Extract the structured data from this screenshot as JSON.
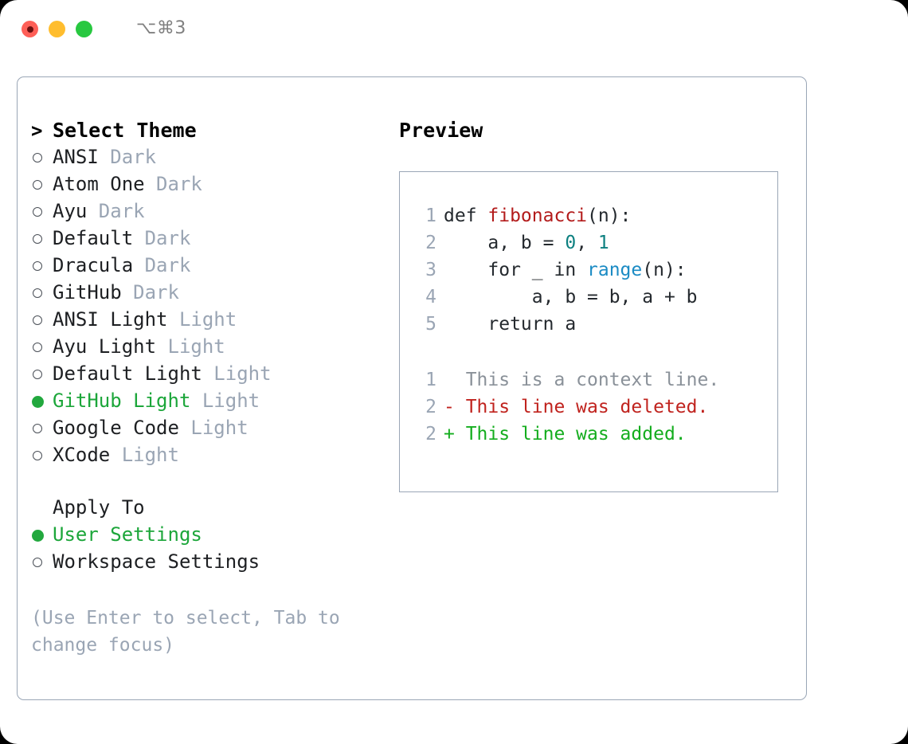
{
  "window": {
    "shortcut": "⌥⌘3",
    "traffic_lights": [
      {
        "name": "close",
        "color": "#fe5f57"
      },
      {
        "name": "minimize",
        "color": "#ffbd2e"
      },
      {
        "name": "maximize",
        "color": "#28c840"
      }
    ]
  },
  "theme_picker": {
    "caret": ">",
    "header": "Select Theme",
    "items": [
      {
        "marker": "hollow",
        "label": "ANSI",
        "suffix": "Dark",
        "selected": false
      },
      {
        "marker": "hollow",
        "label": "Atom One",
        "suffix": "Dark",
        "selected": false
      },
      {
        "marker": "hollow",
        "label": "Ayu",
        "suffix": "Dark",
        "selected": false
      },
      {
        "marker": "hollow",
        "label": "Default",
        "suffix": "Dark",
        "selected": false
      },
      {
        "marker": "hollow",
        "label": "Dracula",
        "suffix": "Dark",
        "selected": false
      },
      {
        "marker": "hollow",
        "label": "GitHub",
        "suffix": "Dark",
        "selected": false
      },
      {
        "marker": "hollow",
        "label": "ANSI Light",
        "suffix": "Light",
        "selected": false
      },
      {
        "marker": "hollow",
        "label": "Ayu Light",
        "suffix": "Light",
        "selected": false
      },
      {
        "marker": "hollow",
        "label": "Default Light",
        "suffix": "Light",
        "selected": false
      },
      {
        "marker": "filled",
        "label": "GitHub Light",
        "suffix": "Light",
        "selected": true
      },
      {
        "marker": "hollow",
        "label": "Google Code",
        "suffix": "Light",
        "selected": false
      },
      {
        "marker": "hollow",
        "label": "XCode",
        "suffix": "Light",
        "selected": false
      }
    ]
  },
  "apply_to": {
    "title": "Apply To",
    "options": [
      {
        "marker": "filled",
        "label": "User Settings",
        "selected": true
      },
      {
        "marker": "hollow",
        "label": "Workspace Settings",
        "selected": false
      }
    ]
  },
  "hint": "(Use Enter to select, Tab to change focus)",
  "preview": {
    "title": "Preview",
    "code_lines": [
      {
        "no": "1",
        "tokens": [
          {
            "t": "def ",
            "c": "plain"
          },
          {
            "t": "fibonacci",
            "c": "fn"
          },
          {
            "t": "(n):",
            "c": "plain"
          }
        ]
      },
      {
        "no": "2",
        "tokens": [
          {
            "t": "    a, b = ",
            "c": "plain"
          },
          {
            "t": "0",
            "c": "num"
          },
          {
            "t": ", ",
            "c": "plain"
          },
          {
            "t": "1",
            "c": "num"
          }
        ]
      },
      {
        "no": "3",
        "tokens": [
          {
            "t": "    for _ in ",
            "c": "plain"
          },
          {
            "t": "range",
            "c": "call"
          },
          {
            "t": "(n):",
            "c": "plain"
          }
        ]
      },
      {
        "no": "4",
        "tokens": [
          {
            "t": "        a, b = b, a + b",
            "c": "plain"
          }
        ]
      },
      {
        "no": "5",
        "tokens": [
          {
            "t": "    return a",
            "c": "plain"
          }
        ]
      }
    ],
    "diff_lines": [
      {
        "no": "1",
        "text": "  This is a context line.",
        "kind": "ctx"
      },
      {
        "no": "2",
        "text": "- This line was deleted.",
        "kind": "del"
      },
      {
        "no": "2",
        "text": "+ This line was added.",
        "kind": "add"
      }
    ]
  },
  "colors": {
    "selected_green": "#1ca63a",
    "muted": "#9aa5b4",
    "border": "#9aa6b6",
    "diff_add": "#14ad1e",
    "diff_del": "#c0231e",
    "syntax_function": "#b31b1b",
    "syntax_number": "#0d8080",
    "syntax_call": "#1b8bc4"
  }
}
